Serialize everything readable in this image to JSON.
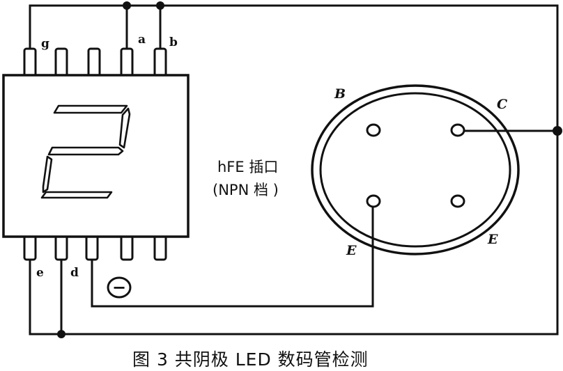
{
  "display": {
    "top_pin_labels": {
      "g": "g",
      "a": "a",
      "b": "b"
    },
    "bottom_pin_labels": {
      "e": "e",
      "d": "d"
    },
    "digit": "2",
    "common_symbol": "−"
  },
  "socket": {
    "line1": "hFE 插口",
    "line2": "(NPN 档 )",
    "holes": {
      "b": "B",
      "c": "C",
      "e_left": "E",
      "e_right": "E"
    }
  },
  "caption": "图 3  共阴极 LED 数码管检测"
}
